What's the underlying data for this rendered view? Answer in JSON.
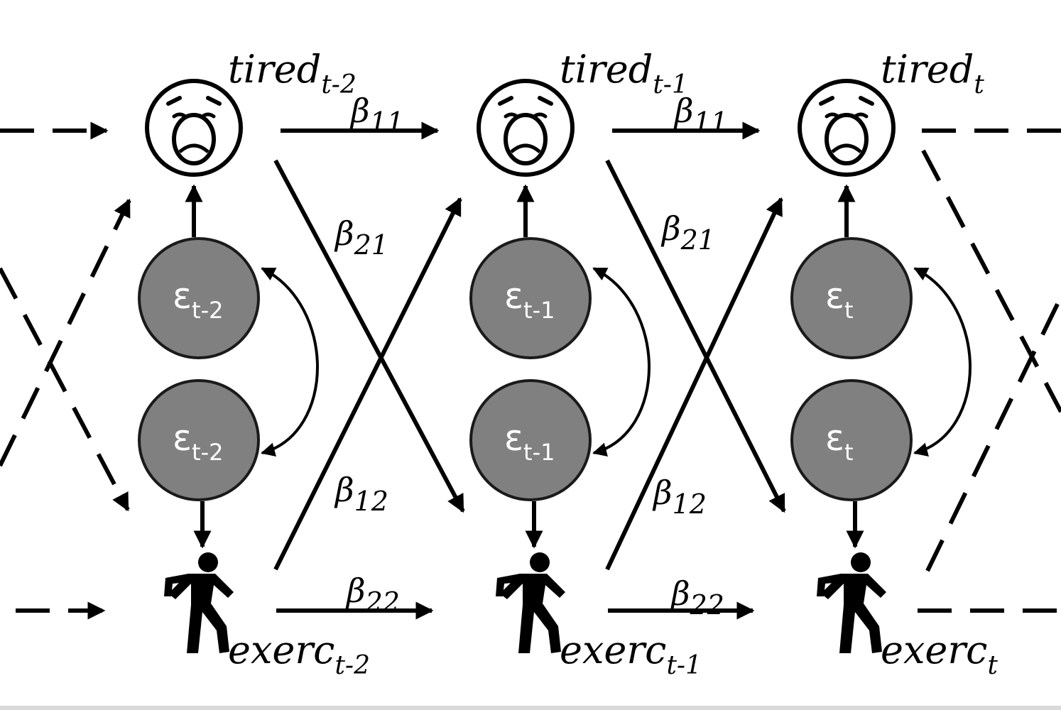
{
  "columns": [
    {
      "tired": {
        "base": "tired",
        "sub": "t-2"
      },
      "exerc": {
        "base": "exerc",
        "sub": "t-2"
      },
      "resid_top": {
        "base": "ε",
        "sub": "t-2"
      },
      "resid_bottom": {
        "base": "ε",
        "sub": "t-2"
      }
    },
    {
      "tired": {
        "base": "tired",
        "sub": "t-1"
      },
      "exerc": {
        "base": "exerc",
        "sub": "t-1"
      },
      "resid_top": {
        "base": "ε",
        "sub": "t-1"
      },
      "resid_bottom": {
        "base": "ε",
        "sub": "t-1"
      }
    },
    {
      "tired": {
        "base": "tired",
        "sub": "t"
      },
      "exerc": {
        "base": "exerc",
        "sub": "t"
      },
      "resid_top": {
        "base": "ε",
        "sub": "t"
      },
      "resid_bottom": {
        "base": "ε",
        "sub": "t"
      }
    }
  ],
  "coefficients": [
    {
      "base": "β",
      "sub": "11"
    },
    {
      "base": "β",
      "sub": "21"
    },
    {
      "base": "β",
      "sub": "12"
    },
    {
      "base": "β",
      "sub": "22"
    },
    {
      "base": "β",
      "sub": "11"
    },
    {
      "base": "β",
      "sub": "21"
    },
    {
      "base": "β",
      "sub": "12"
    },
    {
      "base": "β",
      "sub": "22"
    }
  ],
  "icons": {
    "tired": "tired-face-icon",
    "exerc": "walking-person-icon"
  },
  "colors": {
    "residual_fill": "#808080",
    "residual_text": "#ffffff",
    "line": "#000000",
    "background": "#ffffff"
  }
}
